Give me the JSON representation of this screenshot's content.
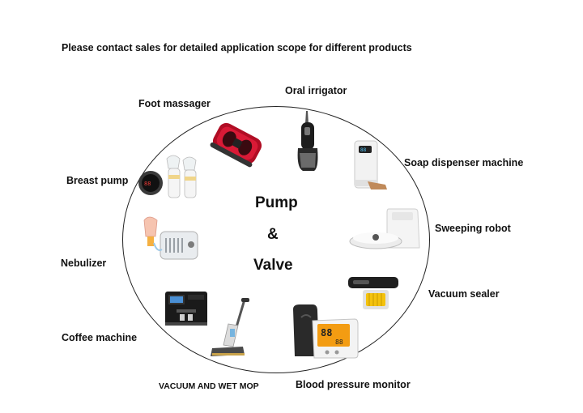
{
  "header": {
    "notice": "Please contact sales for detailed application scope for different products"
  },
  "center": {
    "line1": "Pump",
    "line2": "&",
    "line3": "Valve"
  },
  "products": [
    {
      "name": "Oral irrigator",
      "icon": "oral-irrigator-icon"
    },
    {
      "name": "Foot massager",
      "icon": "foot-massager-icon"
    },
    {
      "name": "Soap dispenser machine",
      "icon": "soap-dispenser-icon"
    },
    {
      "name": "Breast pump",
      "icon": "breast-pump-icon"
    },
    {
      "name": "Sweeping robot",
      "icon": "sweeping-robot-icon"
    },
    {
      "name": "Nebulizer",
      "icon": "nebulizer-icon"
    },
    {
      "name": "Vacuum sealer",
      "icon": "vacuum-sealer-icon"
    },
    {
      "name": "Coffee machine",
      "icon": "coffee-machine-icon"
    },
    {
      "name": "VACUUM AND WET MOP",
      "icon": "wet-mop-icon"
    },
    {
      "name": "Blood pressure monitor",
      "icon": "blood-pressure-monitor-icon"
    }
  ],
  "colors": {
    "massager_red": "#c8102e",
    "monitor_orange": "#f39c12",
    "sealer_yellow": "#f4c20d",
    "ring": "#222222"
  }
}
